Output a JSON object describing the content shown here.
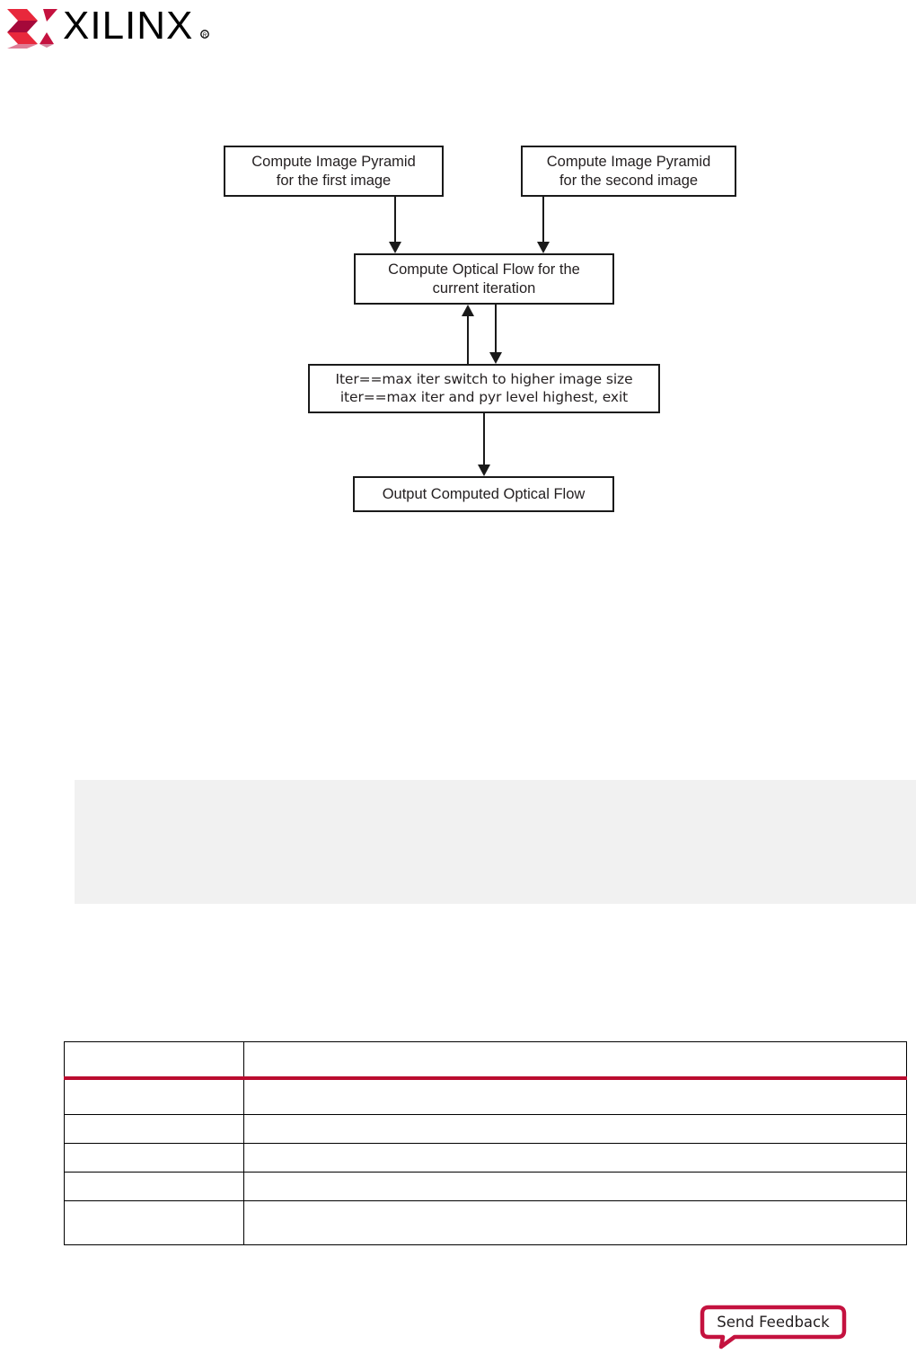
{
  "logo": {
    "wordmark": "XILINX",
    "registered_mark": "®",
    "mark_icon": "xilinx-x-logo-icon",
    "brand_color": "#c4123f",
    "brand_color_dark": "#a5093a"
  },
  "flowchart": {
    "boxes": [
      {
        "id": "pyr1",
        "lines": [
          "Compute Image Pyramid",
          "for the first image"
        ]
      },
      {
        "id": "pyr2",
        "lines": [
          "Compute Image Pyramid",
          "for the second image"
        ]
      },
      {
        "id": "flow",
        "lines": [
          "Compute Optical Flow for the",
          "current iteration"
        ]
      },
      {
        "id": "iter",
        "lines": [
          "Iter==max iter switch to higher image size",
          "iter==max iter and pyr level highest, exit"
        ]
      },
      {
        "id": "out",
        "lines": [
          "Output Computed Optical Flow"
        ]
      }
    ],
    "connectors": [
      {
        "name": "pyramid1-to-flow",
        "direction": "down"
      },
      {
        "name": "pyramid2-to-flow",
        "direction": "down"
      },
      {
        "name": "flow-to-iter",
        "direction": "down"
      },
      {
        "name": "iter-to-flow",
        "direction": "up"
      },
      {
        "name": "iter-to-output",
        "direction": "down"
      }
    ]
  },
  "code_block": {
    "text": "",
    "background": "#f1f1f1"
  },
  "parameter_table": {
    "header_rule_color": "#ba0c2f",
    "columns": [
      "",
      ""
    ],
    "rows": [
      [
        "",
        ""
      ],
      [
        "",
        ""
      ],
      [
        "",
        ""
      ],
      [
        "",
        ""
      ],
      [
        "",
        ""
      ]
    ]
  },
  "footer": {
    "send_feedback_label": "Send Feedback",
    "send_feedback_border_color": "#c4123f"
  }
}
